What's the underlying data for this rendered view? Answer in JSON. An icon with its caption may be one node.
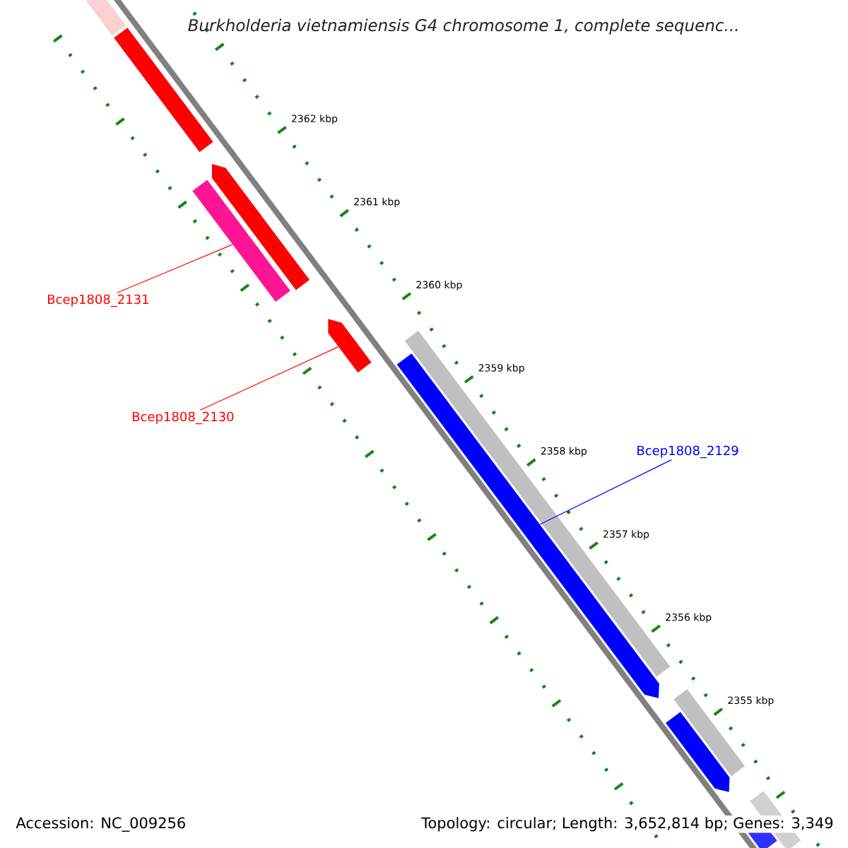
{
  "diagram": {
    "title": "Burkholderia vietnamiensis G4 chromosome 1, complete sequenc...",
    "nodes": [
      {
        "text": [
          "Bcep1808_2131"
        ]
      },
      {
        "text": [],
        "shape": "bar"
      },
      {
        "text": [
          "Bcep1808_2130"
        ]
      },
      {
        "text": [],
        "shape": "bar"
      },
      {
        "text": [
          "Bcep1808_2129"
        ]
      },
      {
        "text": [],
        "shape": "bar"
      }
    ],
    "edges": [
      {
        "from": 0,
        "to": 1,
        "arrow": "none"
      },
      {
        "from": 2,
        "to": 3,
        "arrow": "none"
      },
      {
        "from": 4,
        "to": 5,
        "arrow": "none",
        "color": "#0000ff"
      }
    ],
    "labels": [
      "2362 kbp",
      "2361 kbp",
      "2360 kbp",
      "2359 kbp",
      "2358 kbp",
      "2357 kbp",
      "2356 kbp",
      "2355 kbp",
      "Accession: NC_009256",
      "Topology: circular; Length: 3,652,814 bp; Genes: 3,349"
    ]
  }
}
